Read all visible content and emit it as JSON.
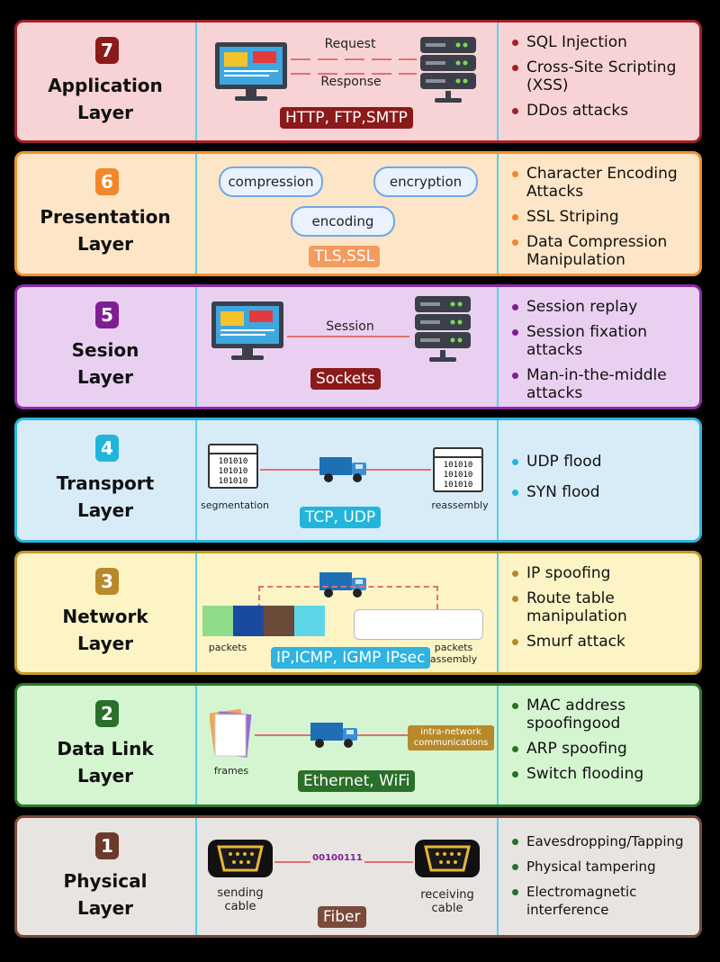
{
  "layers": [
    {
      "number": "7",
      "name": [
        "Application",
        "Layer"
      ],
      "colors": {
        "bg": "#f8d3d6",
        "border": "#a11f28",
        "badge": "#8b1a1a",
        "dot": "#a11f28"
      },
      "diagram": {
        "top_label": "Request",
        "bottom_label": "Response",
        "protocol": "HTTP, FTP,SMTP",
        "protocol_bg": "#8b1a1a"
      },
      "attacks": [
        "SQL Injection",
        "Cross-Site Scripting (XSS)",
        "DDos attacks"
      ]
    },
    {
      "number": "6",
      "name": [
        "Presentation",
        "Layer"
      ],
      "colors": {
        "bg": "#fde5c7",
        "border": "#f0922c",
        "badge": "#f2862b",
        "dot": "#f2862b"
      },
      "diagram": {
        "pills": [
          "compression",
          "encryption",
          "encoding"
        ],
        "protocol": "TLS,SSL",
        "protocol_bg": "#f49b5e"
      },
      "attacks": [
        "Character Encoding Attacks",
        "SSL Striping",
        "Data Compression Manipulation"
      ]
    },
    {
      "number": "5",
      "name": [
        "Sesion",
        "Layer"
      ],
      "colors": {
        "bg": "#e9d0f0",
        "border": "#8d2aa8",
        "badge": "#7e1e94",
        "dot": "#7e1e94"
      },
      "diagram": {
        "label": "Session",
        "protocol": "Sockets",
        "protocol_bg": "#8b1a1a"
      },
      "attacks": [
        "Session replay",
        "Session fixation attacks",
        "Man-in-the-middle attacks"
      ]
    },
    {
      "number": "4",
      "name": [
        "Transport",
        "Layer"
      ],
      "colors": {
        "bg": "#d8ecf8",
        "border": "#29b8e0",
        "badge": "#22b5dc",
        "dot": "#22b5dc"
      },
      "diagram": {
        "binary": [
          "101010",
          "101010",
          "101010"
        ],
        "left_label": "segmentation",
        "right_label": "reassembly",
        "protocol": "TCP, UDP",
        "protocol_bg": "#22b5dc"
      },
      "attacks": [
        "UDP flood",
        "SYN flood"
      ]
    },
    {
      "number": "3",
      "name": [
        "Network",
        "Layer"
      ],
      "colors": {
        "bg": "#fdf4c6",
        "border": "#c49a2c",
        "badge": "#b8892a",
        "dot": "#b8892a"
      },
      "diagram": {
        "packet_colors": [
          "#8fdc8b",
          "#1a4aa0",
          "#6b4a3a",
          "#5ed6e8"
        ],
        "left_label": "packets",
        "right_label": "packets assembly",
        "protocol": "IP,ICMP, IGMP IPsec",
        "protocol_bg": "#2fb3e0"
      },
      "attacks": [
        "IP spoofing",
        "Route table manipulation",
        "Smurf attack"
      ]
    },
    {
      "number": "2",
      "name": [
        "Data Link",
        "Layer"
      ],
      "colors": {
        "bg": "#d4f5d0",
        "border": "#2c7a2c",
        "badge": "#2a6f2a",
        "dot": "#2a6f2a"
      },
      "diagram": {
        "left_label": "frames",
        "right_box": "intra-network communications",
        "right_box_bg": "#b8892a",
        "protocol": "Ethernet, WiFi",
        "protocol_bg": "#2a6f2a"
      },
      "attacks": [
        "MAC address spoofingood",
        "ARP spoofing",
        "Switch flooding"
      ]
    },
    {
      "number": "1",
      "name": [
        "Physical",
        "Layer"
      ],
      "colors": {
        "bg": "#e8e4e2",
        "border": "#7a4a3a",
        "badge": "#6b3a2a",
        "dot": "#2a6f2a"
      },
      "diagram": {
        "bits": "00100111",
        "left_label": "sending cable",
        "right_label": "receiving cable",
        "protocol": "Fiber",
        "protocol_bg": "#7a4a3a"
      },
      "attacks": [
        "Eavesdropping/Tapping",
        "Physical tampering",
        "Electromagnetic interference"
      ]
    }
  ]
}
